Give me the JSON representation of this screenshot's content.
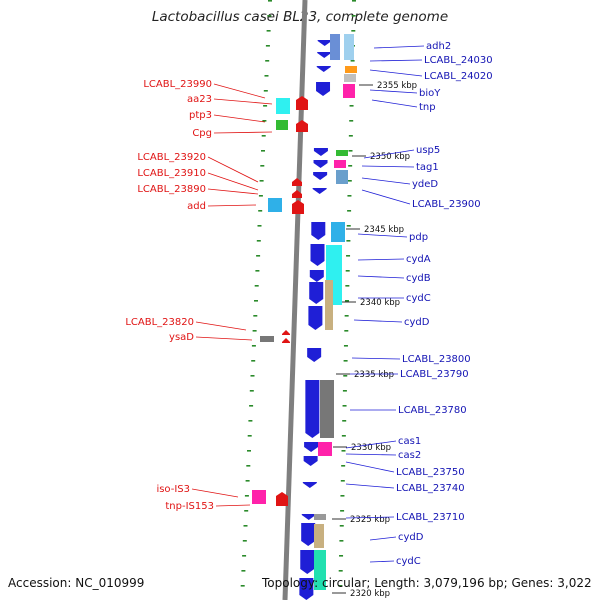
{
  "title": "Lactobacillus casei BL23, complete genome",
  "accession": "Accession: NC_010999",
  "topology": "Topology: circular; Length: 3,079,196 bp; Genes: 3,022",
  "colors": {
    "forward": "#1f1fd6",
    "reverse": "#e01414",
    "backbone": "#7f7f7f",
    "tick": "#2a8a2a"
  },
  "ticks": [
    {
      "label": "2355 kbp"
    },
    {
      "label": "2350 kbp"
    },
    {
      "label": "2345 kbp"
    },
    {
      "label": "2340 kbp"
    },
    {
      "label": "2335 kbp"
    },
    {
      "label": "2330 kbp"
    },
    {
      "label": "2325 kbp"
    },
    {
      "label": "2320 kbp"
    }
  ],
  "left_labels": [
    {
      "name": "LCABL_23990"
    },
    {
      "name": "aa23"
    },
    {
      "name": "ptp3"
    },
    {
      "name": "Cpg"
    },
    {
      "name": "LCABL_23920"
    },
    {
      "name": "LCABL_23910"
    },
    {
      "name": "LCABL_23890"
    },
    {
      "name": "add"
    },
    {
      "name": "LCABL_23820"
    },
    {
      "name": "ysaD"
    },
    {
      "name": "iso-IS3"
    },
    {
      "name": "tnp-IS153"
    }
  ],
  "right_labels": [
    {
      "name": "adh2"
    },
    {
      "name": "LCABL_24030"
    },
    {
      "name": "LCABL_24020"
    },
    {
      "name": "bioY"
    },
    {
      "name": "tnp"
    },
    {
      "name": "usp5"
    },
    {
      "name": "tag1"
    },
    {
      "name": "ydeD"
    },
    {
      "name": "LCABL_23900"
    },
    {
      "name": "pdp"
    },
    {
      "name": "cydA"
    },
    {
      "name": "cydB"
    },
    {
      "name": "cydC"
    },
    {
      "name": "cydD"
    },
    {
      "name": "LCABL_23800"
    },
    {
      "name": "LCABL_23790"
    },
    {
      "name": "LCABL_23780"
    },
    {
      "name": "cas1"
    },
    {
      "name": "cas2"
    },
    {
      "name": "LCABL_23750"
    },
    {
      "name": "LCABL_23740"
    },
    {
      "name": "LCABL_23710"
    },
    {
      "name": "cydD"
    },
    {
      "name": "cydC"
    }
  ]
}
